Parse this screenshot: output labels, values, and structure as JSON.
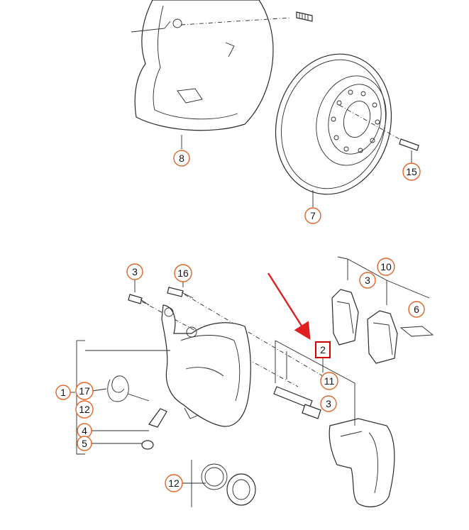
{
  "callouts": [
    {
      "label": "8"
    },
    {
      "label": "15"
    },
    {
      "label": "7"
    },
    {
      "label": "3"
    },
    {
      "label": "16"
    },
    {
      "label": "10"
    },
    {
      "label": "3"
    },
    {
      "label": "6"
    },
    {
      "label": "2"
    },
    {
      "label": "11"
    },
    {
      "label": "3"
    },
    {
      "label": "1"
    },
    {
      "label": "17"
    },
    {
      "label": "12"
    },
    {
      "label": "4"
    },
    {
      "label": "5"
    },
    {
      "label": "12"
    }
  ],
  "colors": {
    "callout_outline": "#e0652a",
    "highlight": "#d40000",
    "arrow": "#e02020",
    "line_art": "#2a2a2a"
  },
  "highlighted_part": "2"
}
